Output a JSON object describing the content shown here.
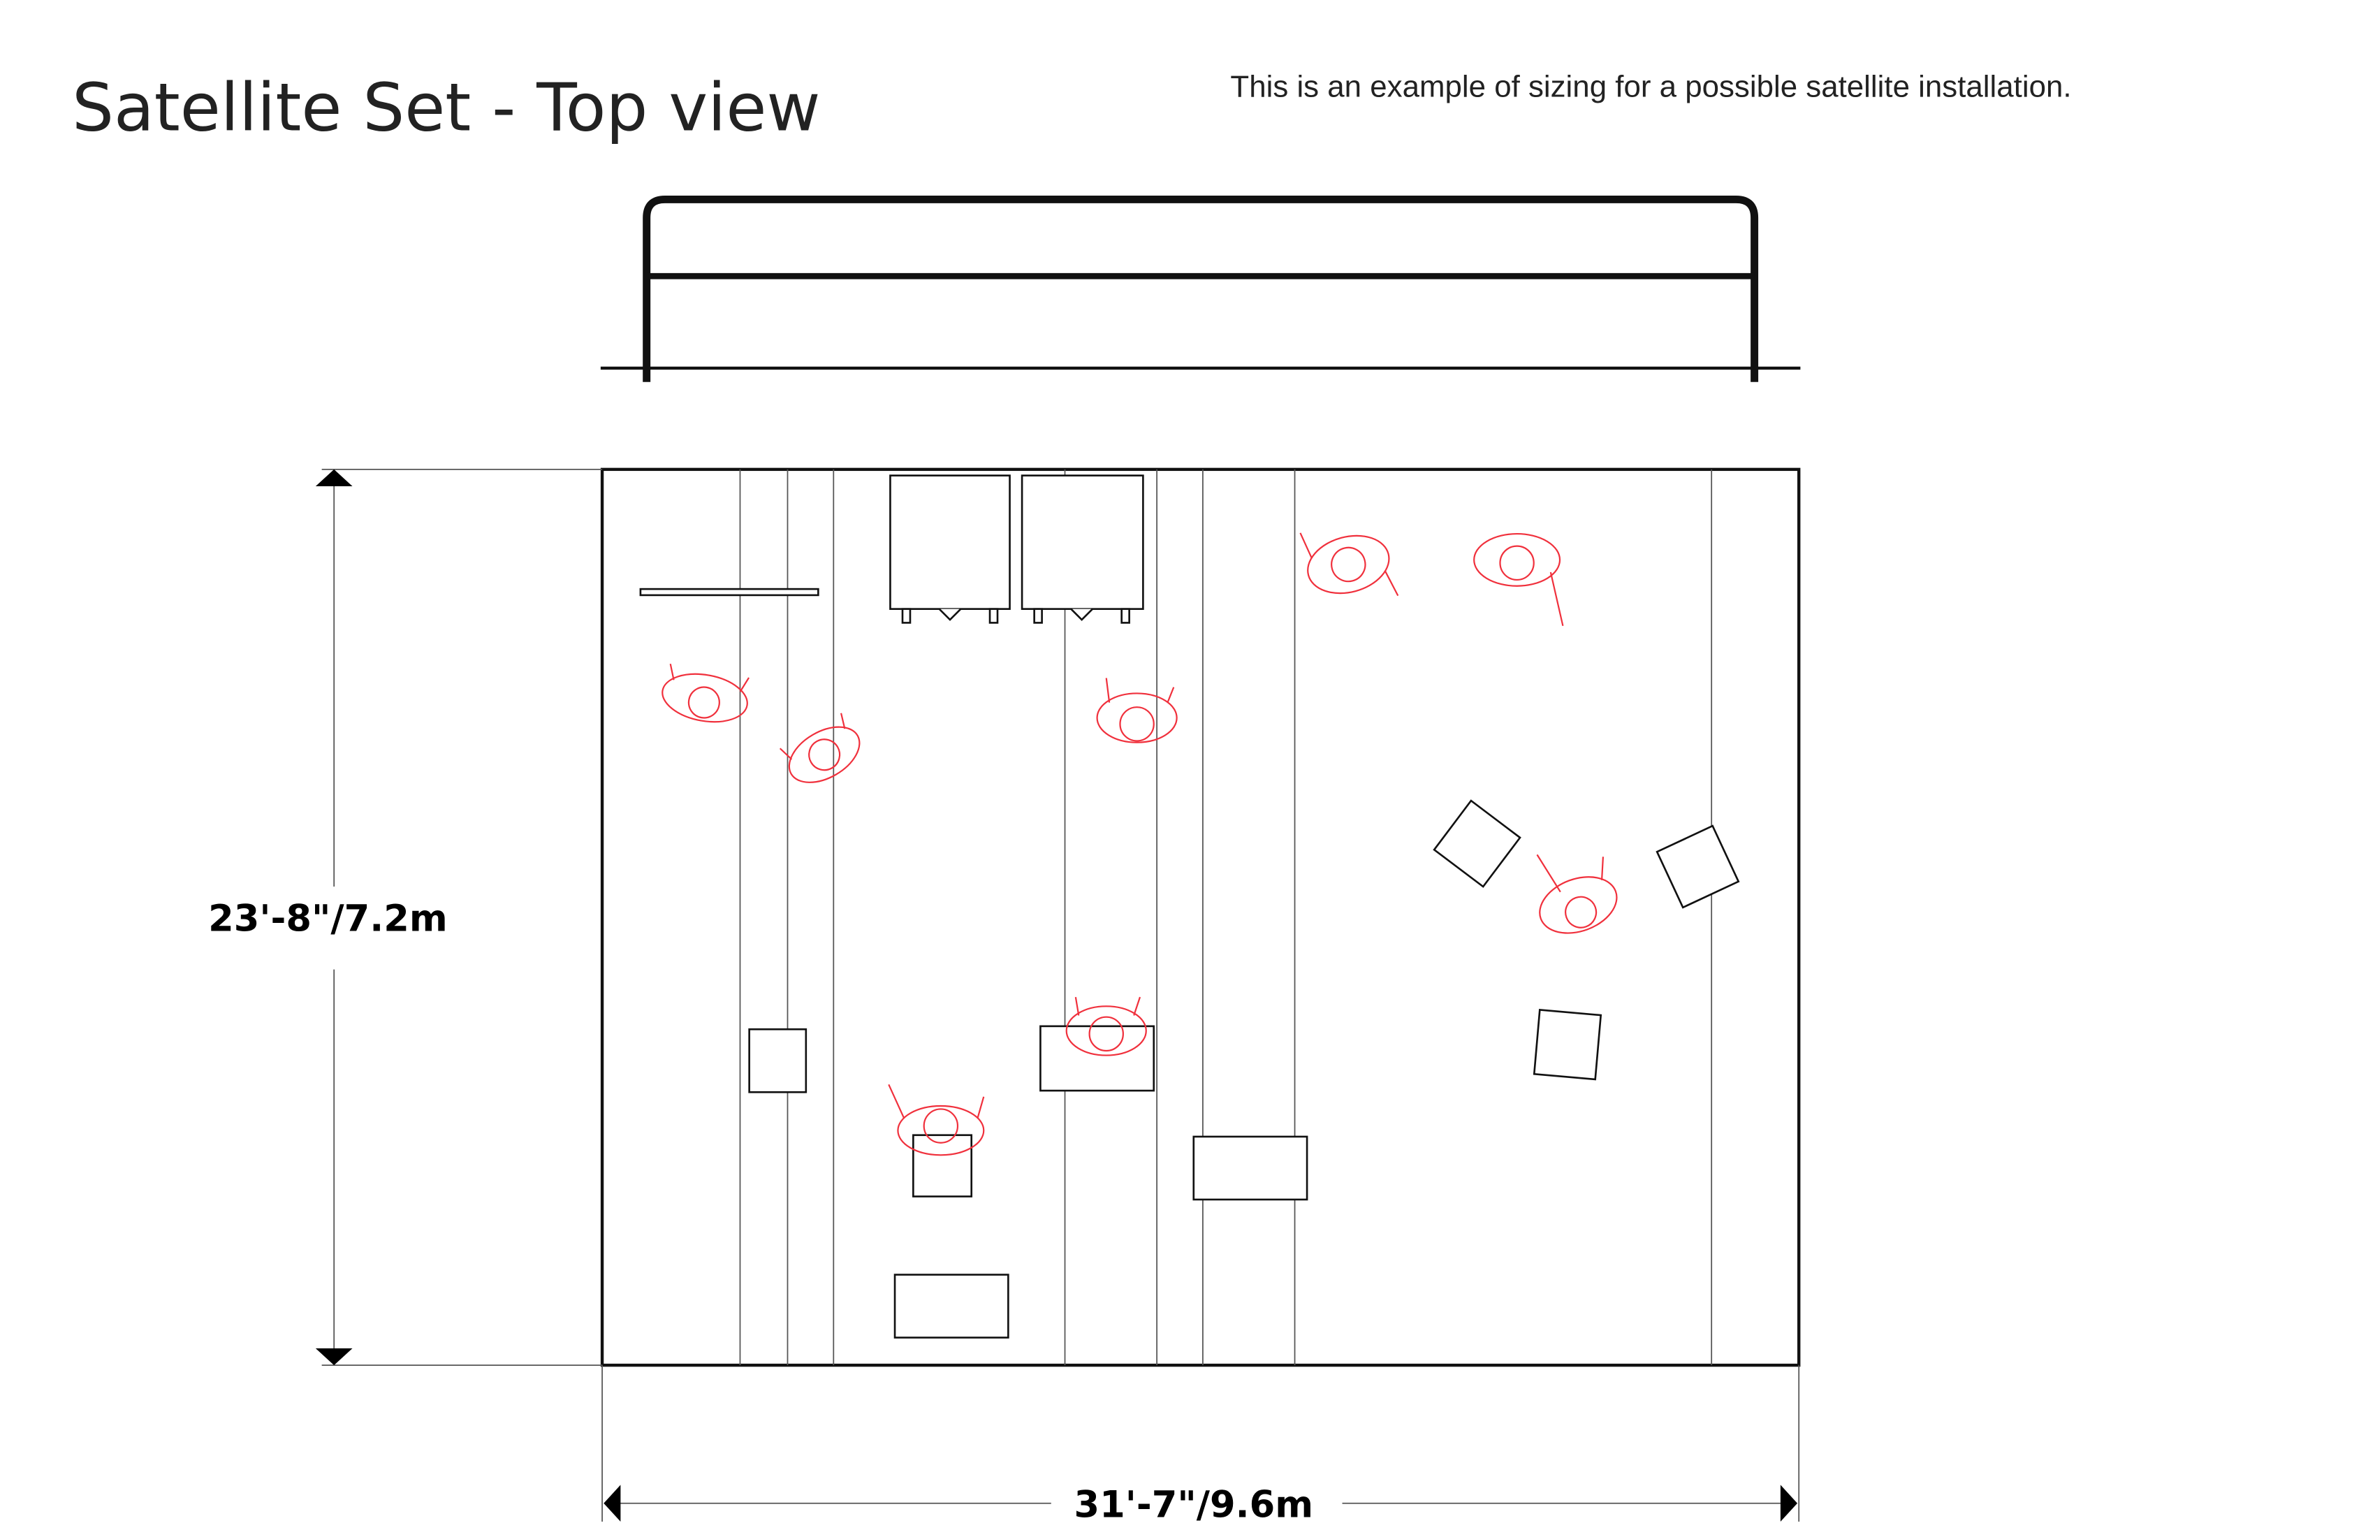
{
  "title": "Satellite Set - Top view",
  "description": "This is an example of sizing for a possible satellite installation.",
  "dimensions": {
    "height": "23'-8\"/7.2m",
    "width": "31'-7\"/9.6m"
  },
  "colors": {
    "people": "#f0303c",
    "lines": "#111111"
  }
}
